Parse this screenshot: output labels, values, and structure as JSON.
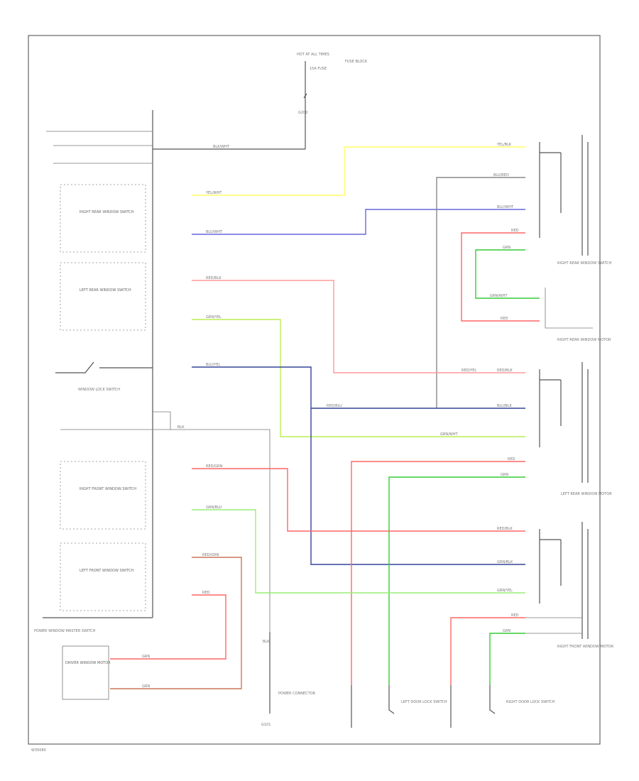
{
  "colors": {
    "frame": "#555555",
    "yellow_wire": "#ffff66",
    "blue_wire": "#6666dd",
    "dark_blue_wire": "#334499",
    "red_wire": "#ff6666",
    "pink_wire": "#ff9999",
    "green_wire": "#33cc33",
    "light_green_wire": "#99ee77",
    "gray_wire": "#888888",
    "brown_wire": "#cc7755"
  },
  "labels": {
    "hot_at_all_times": "HOT AT ALL TIMES",
    "fuse_top": "15A FUSE",
    "fuse_block": "FUSE BLOCK",
    "ground_top": "G200",
    "main_switch_label": "POWER WINDOW MASTER SWITCH",
    "rr_switch_label": "RIGHT REAR WINDOW SWITCH",
    "lr_switch_label": "LEFT REAR WINDOW SWITCH",
    "window_lock_switch": "WINDOW LOCK SWITCH",
    "rf_switch_label": "RIGHT FRONT WINDOW SWITCH",
    "lf_switch_label": "LEFT FRONT WINDOW SWITCH",
    "rr_motor": "RIGHT REAR WINDOW MOTOR",
    "rr_switch_right": "RIGHT REAR WINDOW SWITCH",
    "lr_motor": "LEFT REAR WINDOW MOTOR",
    "rf_motor": "RIGHT FRONT WINDOW MOTOR",
    "driver_motor": "DRIVER WINDOW MOTOR",
    "ground_conn": "POWER CONNECTOR",
    "ground_bottom": "G101",
    "lf_door_lock": "LEFT DOOR LOCK SWITCH",
    "rf_door_lock": "RIGHT DOOR LOCK SWITCH",
    "driver_motor_box": "DRIVER WINDOW MOTOR",
    "footer_code": "W35080"
  },
  "wire_labels": {
    "w1": "BLK/WHT",
    "w2": "YEL/WHT",
    "w3": "BLU/WHT",
    "w4": "RED/BLK",
    "w5": "GRN/YEL",
    "w6": "BLU/YEL",
    "w7": "BLK",
    "w8": "RED/GRN",
    "w9": "GRN/BLU",
    "w10": "RED/YEL",
    "w11": "RED/BLK",
    "w12": "YEL/BLK",
    "w13": "RED",
    "w14": "GRN",
    "w15": "BLU/RED",
    "w16": "GRN/WHT",
    "w17": "BLU/WHT",
    "w18": "GRN/WHT",
    "w19": "RED",
    "w20": "GRN",
    "w21": "RED/BLU",
    "w22": "BLU/BLK",
    "w23": "GRN/BLK",
    "w24": "RED",
    "w25": "GRN",
    "w26": "RED/BLK",
    "w27": "RED/GRN",
    "w28": "GRN/YEL",
    "w29": "BLK",
    "w30": "RED",
    "w31": "GRN",
    "w32": "RED",
    "w33": "GRN"
  }
}
